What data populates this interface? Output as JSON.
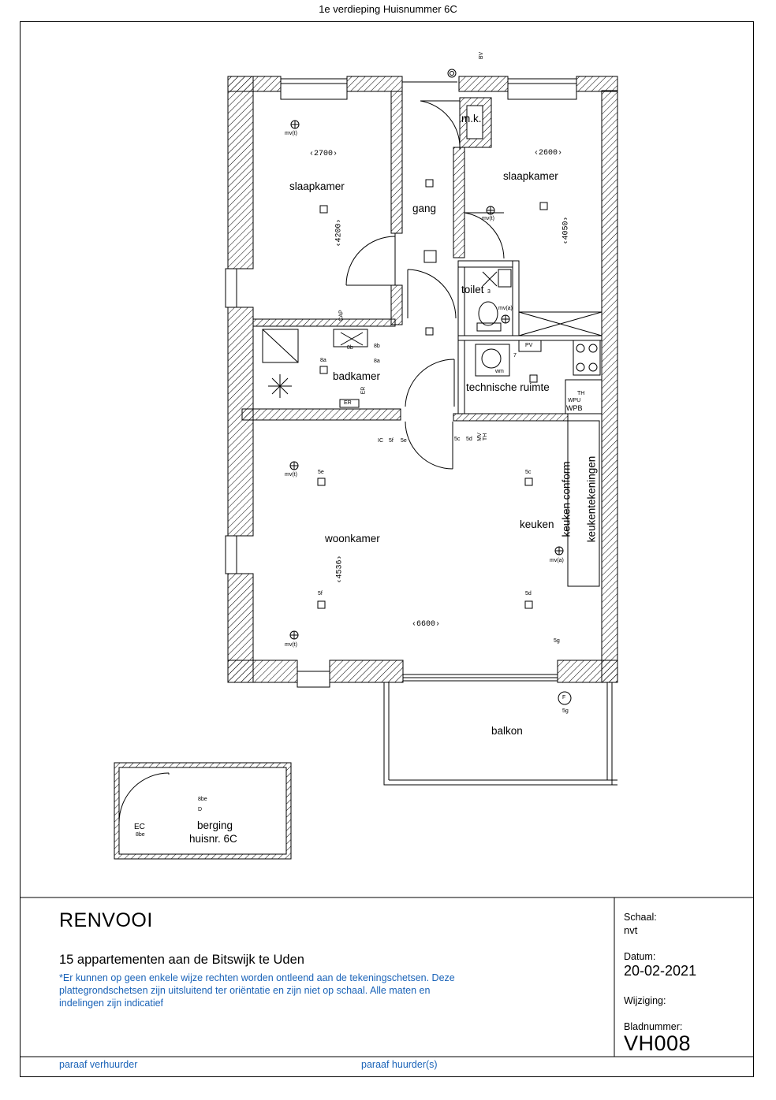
{
  "header": {
    "title": "1e verdieping Huisnummer 6C"
  },
  "rooms": {
    "slaapkamer_left": "slaapkamer",
    "slaapkamer_right": "slaapkamer",
    "gang": "gang",
    "mk": "m.k.",
    "toilet": "toilet",
    "badkamer": "badkamer",
    "technische_ruimte": "technische ruimte",
    "woonkamer": "woonkamer",
    "keuken": "keuken",
    "keuken_conform_1": "keuken conform",
    "keuken_conform_2": "keukentekeningen",
    "balkon": "balkon",
    "berging_1": "berging",
    "berging_2": "huisnr. 6C"
  },
  "dimensions": {
    "d2700": "‹2700›",
    "d2600": "‹2600›",
    "d4200": "‹4200›",
    "d4050": "‹4050›",
    "d4536": "‹4536›",
    "d6600": "‹6600›"
  },
  "symbols": {
    "mvt": "mv(t)",
    "mva": "mv(a)",
    "bv": "BV",
    "pv": "PV",
    "wm": "wm",
    "er": "ER",
    "th": "TH",
    "wpu": "WPU",
    "wpb": "WPB",
    "ic": "IC",
    "mv": "MV",
    "s5c": "5c",
    "s5d": "5d",
    "s5e": "5e",
    "s5f": "5f",
    "s5g": "5g",
    "s8a": "8a",
    "s8b": "8b",
    "s8be": "8be",
    "s7": "7",
    "s3": "3",
    "ec": "EC",
    "f": "F",
    "d": "D",
    "cap": "CAP"
  },
  "legend": {
    "title": "RENVOOI",
    "project": "15 appartementen aan de Bitswijk te Uden",
    "disclaimer": "*Er kunnen op geen enkele wijze rechten worden ontleend aan de tekeningschetsen. Deze plattegrondschetsen zijn uitsluitend ter oriëntatie en zijn niet op schaal. Alle maten en indelingen zijn indicatief",
    "schaal_label": "Schaal:",
    "schaal_value": "nvt",
    "datum_label": "Datum:",
    "datum_value": "20-02-2021",
    "wijziging_label": "Wijziging:",
    "bladnummer_label": "Bladnummer:",
    "bladnummer_value": "VH008",
    "paraaf_verhuurder": "paraaf verhuurder",
    "paraaf_huurder": "paraaf huurder(s)"
  }
}
